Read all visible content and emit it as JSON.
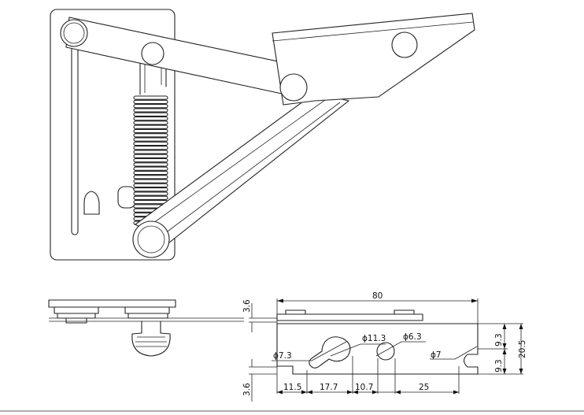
{
  "dimensions": {
    "overall_length": "80",
    "top_thickness": "3.6",
    "bottom_thickness": "3.6",
    "half_height_upper": "9.3",
    "half_height_lower": "9.3",
    "total_height": "20.5",
    "keyhole_large_dia": "ϕ11.3",
    "keyhole_small_dia": "ϕ7.3",
    "round_hole_dia": "ϕ6.3",
    "slot_dia": "ϕ7",
    "span_1": "11.5",
    "span_2": "17.7",
    "span_3": "10.7",
    "span_4": "25"
  }
}
